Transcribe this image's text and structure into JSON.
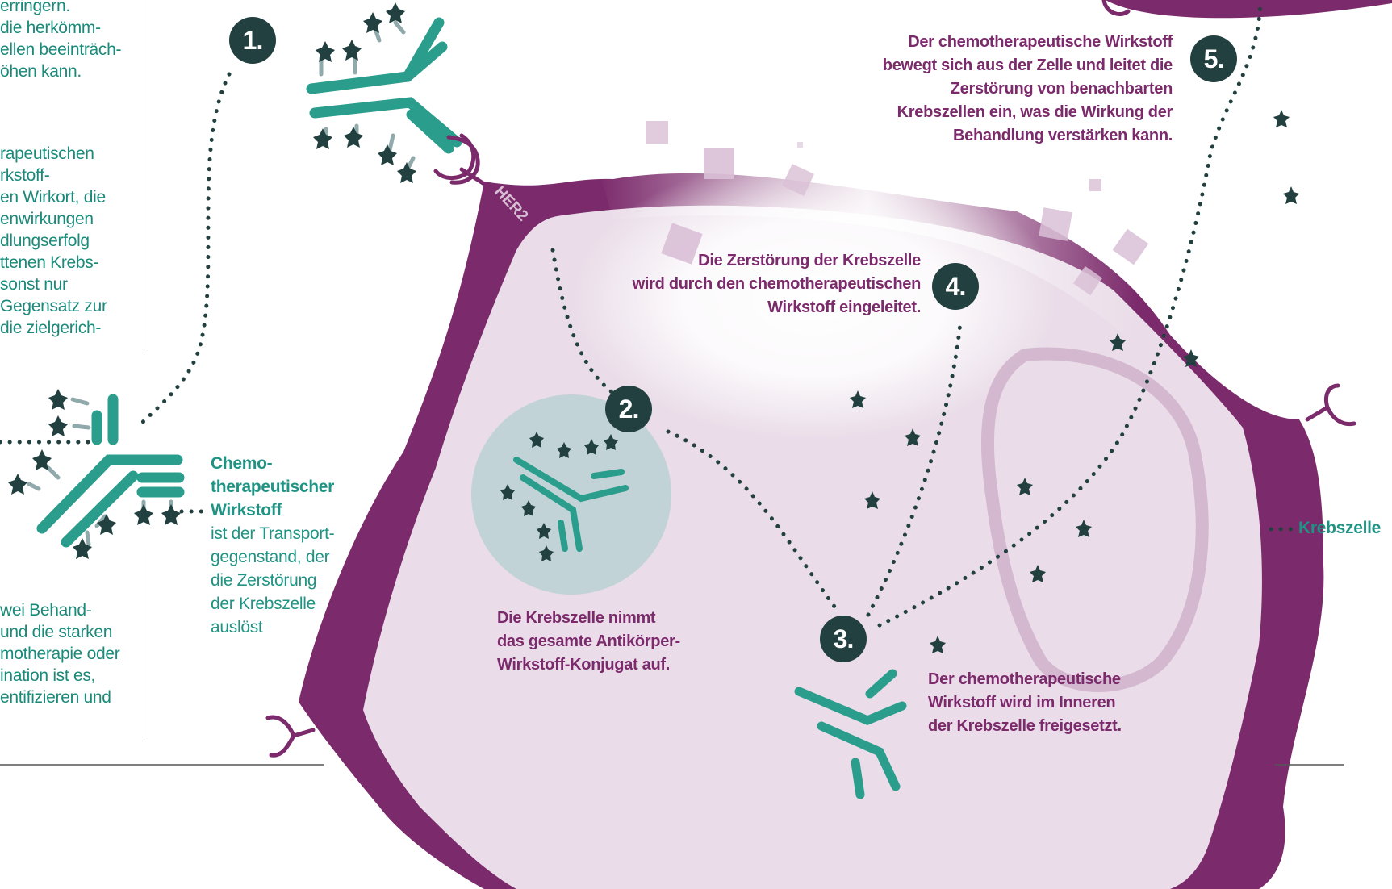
{
  "colors": {
    "teal": "#2a9d8c",
    "dark_teal": "#21403f",
    "purple": "#7b2a6b",
    "cell_fill": "#eadde9",
    "vesicle": "#c1d3d6",
    "square": "#d9bfd6"
  },
  "left_column": {
    "para1": [
      "erringern.",
      "die herkömm-",
      "ellen beeinträch-",
      "öhen kann."
    ],
    "para2": [
      "rapeutischen",
      "rkstoff-",
      "en Wirkort, die",
      "enwirkungen",
      "dlungserfolg",
      "ttenen Krebs-",
      "sonst nur",
      "Gegensatz zur",
      " die zielgerich-"
    ],
    "para3": [
      "wei Behand-",
      "und die starken",
      "motherapie oder",
      "ination ist es,",
      "entifizieren und"
    ]
  },
  "legend_drug": {
    "title": [
      "Chemo-",
      "therapeutischer",
      "Wirkstoff"
    ],
    "desc": [
      "ist der Transport-",
      "gegenstand, der",
      "die Zerstörung",
      "der Krebszelle",
      "auslöst"
    ]
  },
  "legend_cell": {
    "label": "Krebszelle"
  },
  "receptor_label": "HER2",
  "steps": [
    {
      "number": "1.",
      "text": []
    },
    {
      "number": "2.",
      "text": [
        "Die Krebszelle nimmt",
        "das gesamte Antikörper-",
        "Wirkstoff-Konjugat auf."
      ]
    },
    {
      "number": "3.",
      "text": [
        "Der chemotherapeutische",
        "Wirkstoff wird im Inneren",
        "der Krebszelle freigesetzt."
      ]
    },
    {
      "number": "4.",
      "text": [
        "Die Zerstörung der Krebszelle",
        "wird durch den chemotherapeutischen",
        "Wirkstoff eingeleitet."
      ]
    },
    {
      "number": "5.",
      "text": [
        "Der chemotherapeutische Wirkstoff",
        "bewegt sich aus der Zelle und leitet die",
        "Zerstörung von benachbarten",
        "Krebszellen ein, was die Wirkung der",
        "Behandlung verstärken kann."
      ]
    }
  ]
}
